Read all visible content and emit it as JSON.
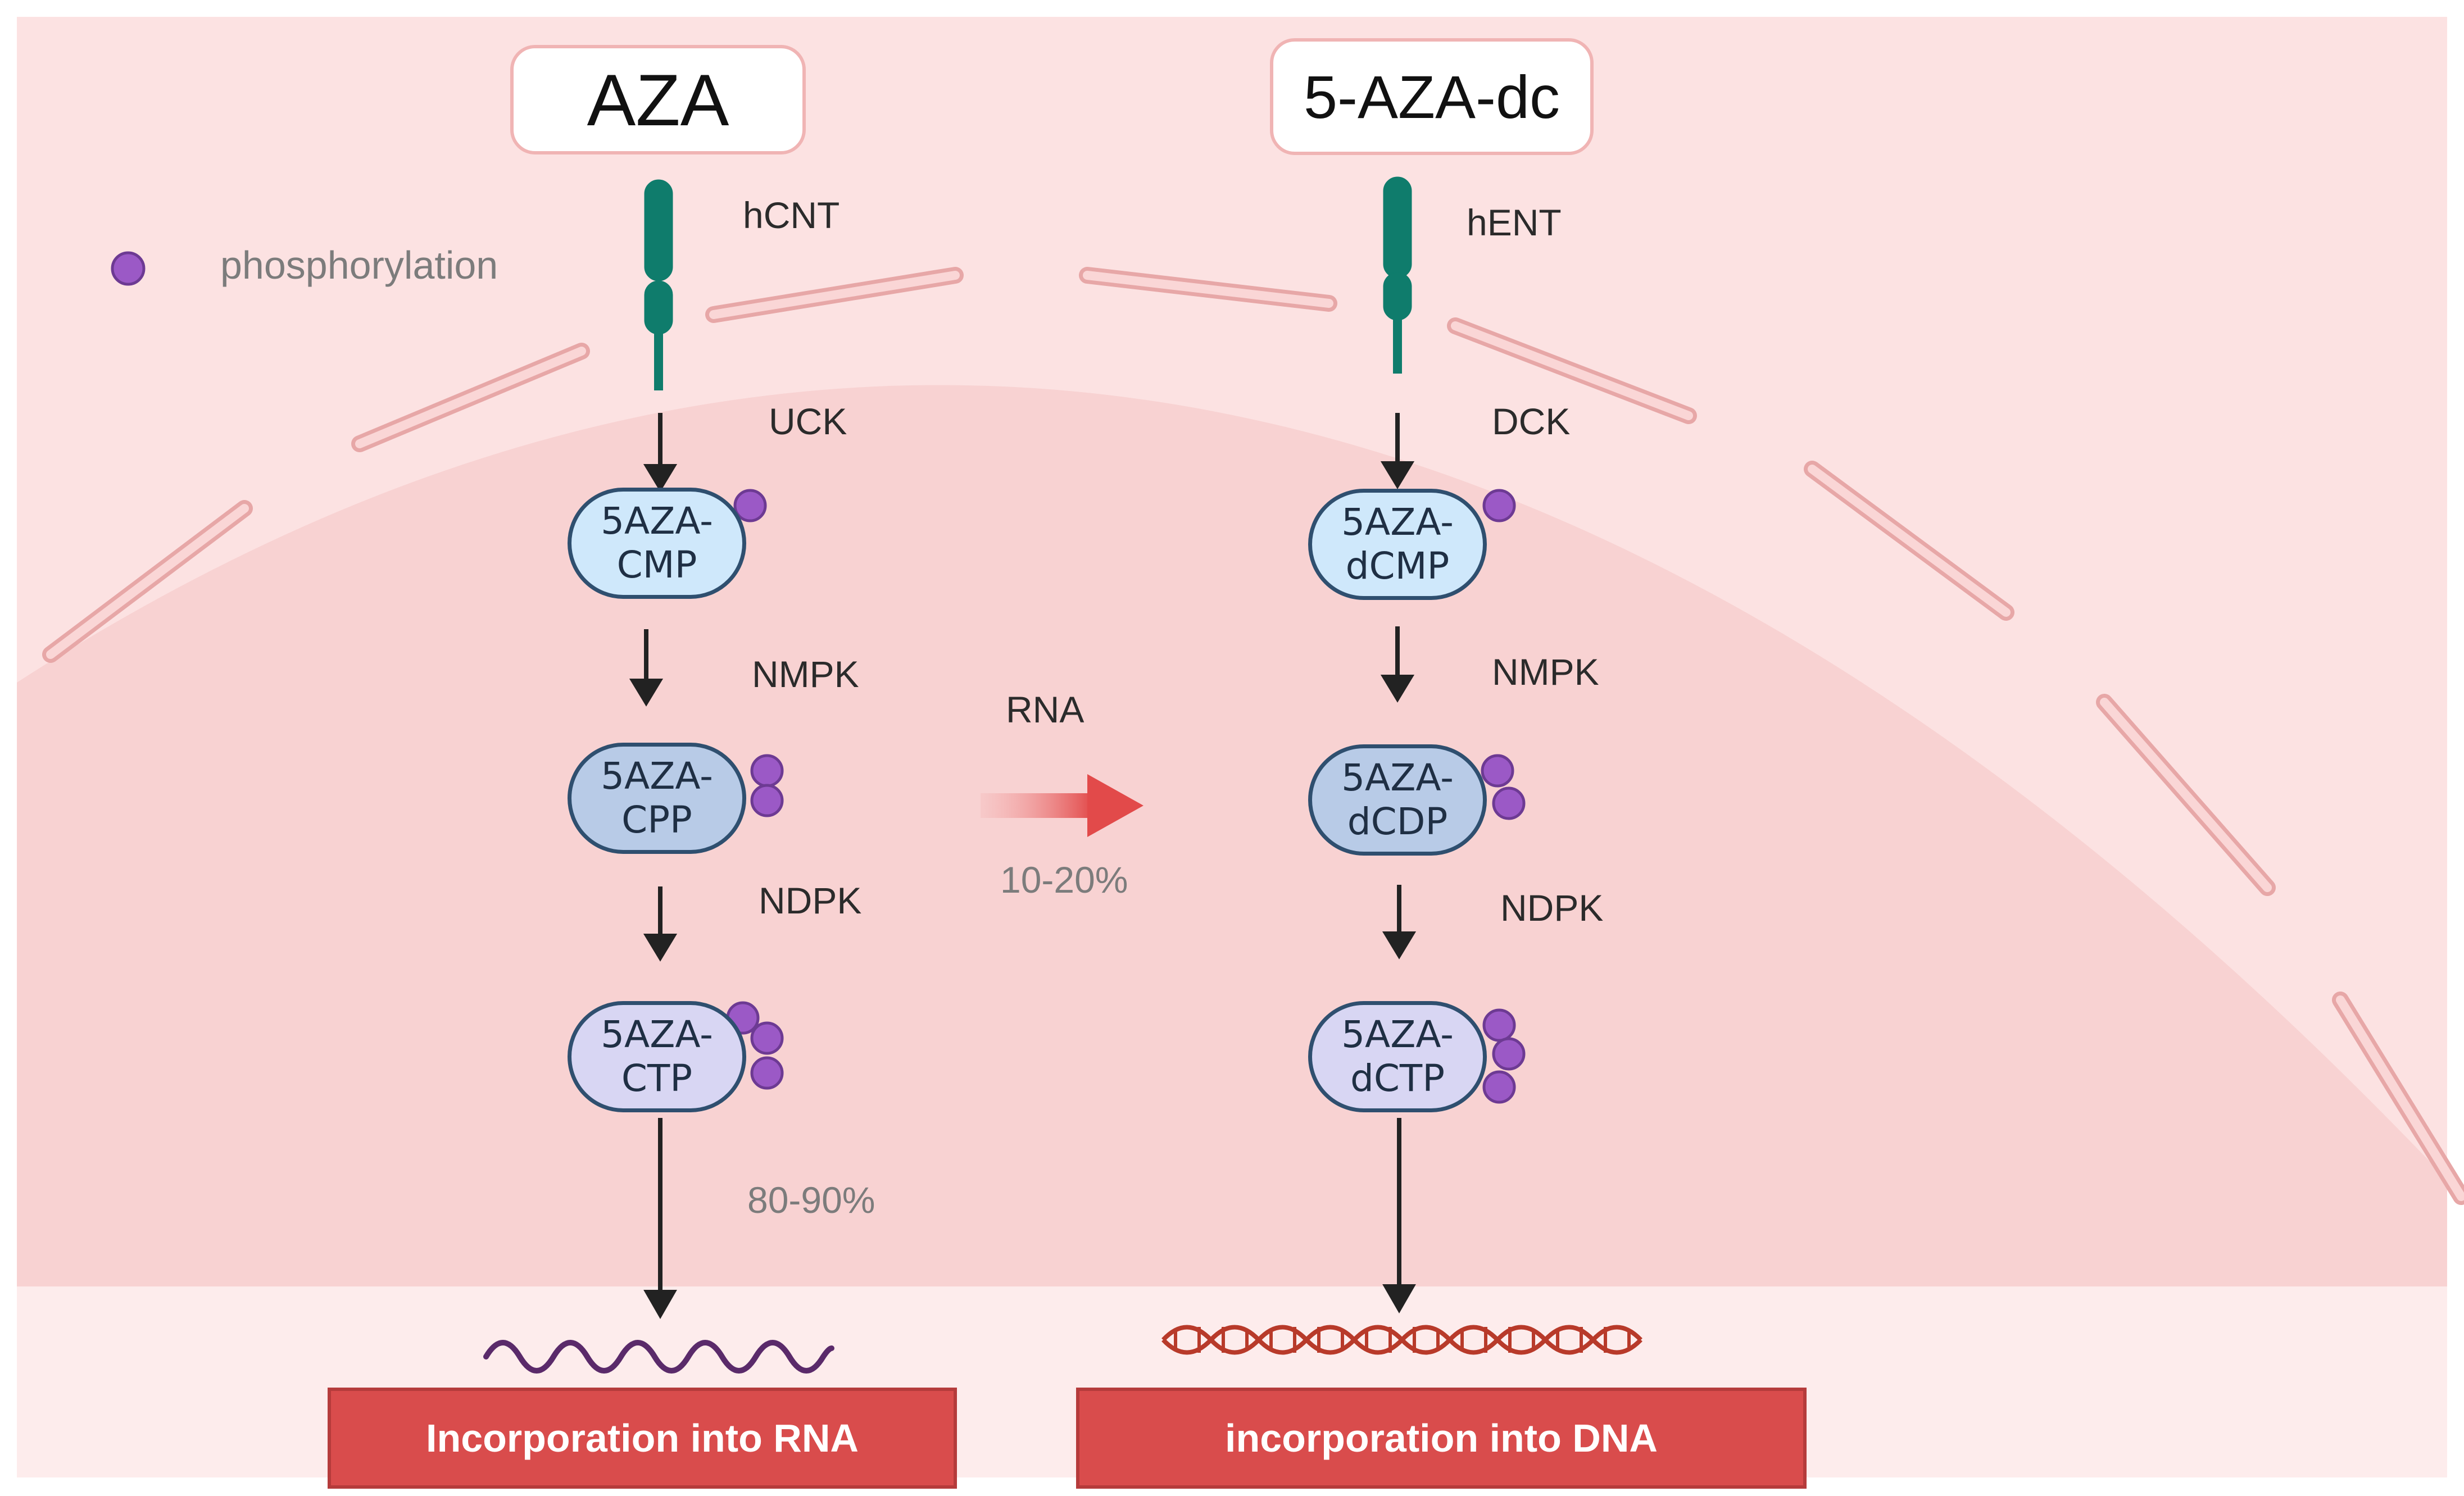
{
  "legend": {
    "label": "phosphorylation"
  },
  "colors": {
    "background": "#fce2e2",
    "nucleus": "#f8d2d2",
    "membrane_fill": "#fad6d6",
    "membrane_stroke": "#e7a7a7",
    "transporter": "#0f7c6c",
    "phosphate": "#9b59c6",
    "arrow_red": "#e24a4a",
    "output_box": "#d94c4c",
    "rna_wave": "#5a2a6a",
    "dna_helix": "#b83a2a"
  },
  "left_pathway": {
    "drug": "AZA",
    "transporter": "hCNT",
    "steps": [
      {
        "enzyme": "UCK",
        "line1": "5AZA-",
        "line2": "CMP",
        "phosphates": 1
      },
      {
        "enzyme": "NMPK",
        "line1": "5AZA-",
        "line2": "CPP",
        "phosphates": 2
      },
      {
        "enzyme": "NDPK",
        "line1": "5AZA-",
        "line2": "CTP",
        "phosphates": 3
      }
    ],
    "percent": "80-90%",
    "output": "Incorporation into RNA"
  },
  "right_pathway": {
    "drug": "5-AZA-dc",
    "transporter": "hENT",
    "steps": [
      {
        "enzyme": "DCK",
        "line1": "5AZA-",
        "line2": "dCMP",
        "phosphates": 1
      },
      {
        "enzyme": "NMPK",
        "line1": "5AZA-",
        "line2": "dCDP",
        "phosphates": 2
      },
      {
        "enzyme": "NDPK",
        "line1": "5AZA-",
        "line2": "dCTP",
        "phosphates": 3
      }
    ],
    "output": "incorporation into DNA"
  },
  "conversion": {
    "label": "RNA",
    "percent": "10-20%"
  }
}
